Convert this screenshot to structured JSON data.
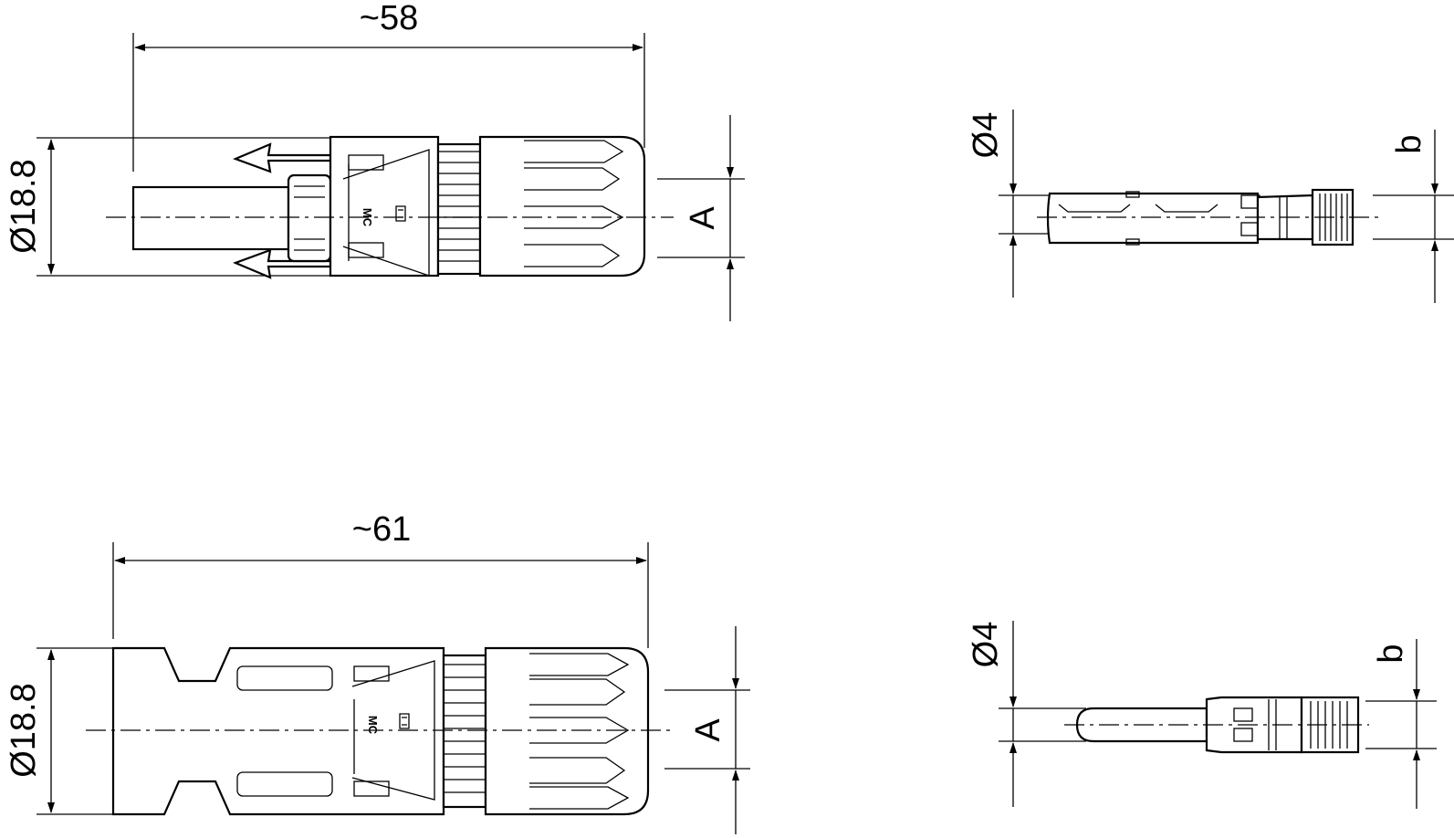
{
  "figure": {
    "description_labels": {
      "top_connector_length": "~58",
      "top_connector_diameter": "Ø18.8",
      "top_connector_cable": "A",
      "top_contact_diameter": "Ø4",
      "top_contact_cable": "b",
      "bottom_connector_length": "~61",
      "bottom_connector_diameter": "Ø18.8",
      "bottom_connector_cable": "A",
      "bottom_contact_diameter": "Ø4",
      "bottom_contact_cable": "b"
    },
    "brand_mark": "MC",
    "line_color": "#000000",
    "background_color": "#ffffff"
  }
}
